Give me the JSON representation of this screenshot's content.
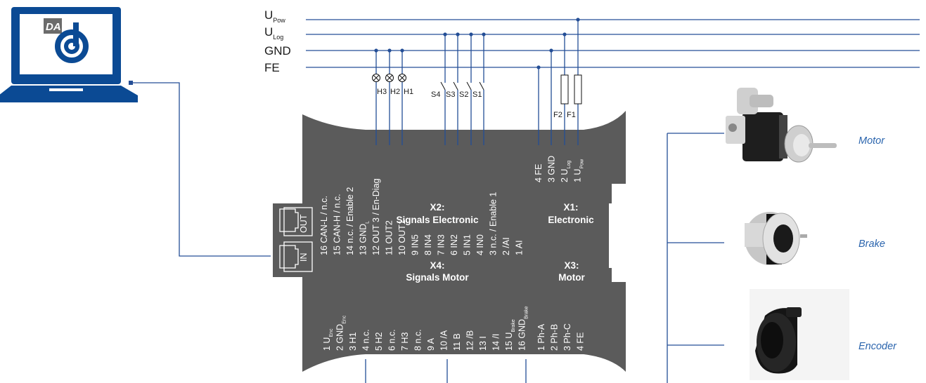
{
  "laptop": {
    "logo_text": "DA"
  },
  "bus": {
    "upow": {
      "main": "U",
      "sub": "Pow"
    },
    "ulog": {
      "main": "U",
      "sub": "Log"
    },
    "gnd": "GND",
    "fe": "FE"
  },
  "indicators": {
    "h3": "H3",
    "h2": "H2",
    "h1": "H1"
  },
  "switches": {
    "s4": "S4",
    "s3": "S3",
    "s2": "S2",
    "s1": "S1"
  },
  "fuses": {
    "f2": "F2",
    "f1": "F1"
  },
  "ports": {
    "out": "OUT",
    "in": "IN"
  },
  "connectors": {
    "x2": {
      "id": "X2:",
      "name": "Signals Electronic"
    },
    "x1": {
      "id": "X1:",
      "name": "Electronic"
    },
    "x4": {
      "id": "X4:",
      "name": "Signals Motor"
    },
    "x3": {
      "id": "X3:",
      "name": "Motor"
    }
  },
  "pins_x2": [
    {
      "num": "16",
      "label": "CAN-L / n.c.",
      "sub": ""
    },
    {
      "num": "15",
      "label": "CAN-H / n.c.",
      "sub": ""
    },
    {
      "num": "14",
      "label": "n.c. / Enable 2",
      "sub": ""
    },
    {
      "num": "13",
      "label": "GND",
      "sub": "L"
    },
    {
      "num": "12",
      "label": "OUT 3 / En-Diag",
      "sub": ""
    },
    {
      "num": "11",
      "label": "OUT2",
      "sub": ""
    },
    {
      "num": "10",
      "label": "OUT1",
      "sub": ""
    },
    {
      "num": "9",
      "label": "IN5",
      "sub": ""
    },
    {
      "num": "8",
      "label": "IN4",
      "sub": ""
    },
    {
      "num": "7",
      "label": "IN3",
      "sub": ""
    },
    {
      "num": "6",
      "label": "IN2",
      "sub": ""
    },
    {
      "num": "5",
      "label": "IN1",
      "sub": ""
    },
    {
      "num": "4",
      "label": "IN0",
      "sub": ""
    },
    {
      "num": "3",
      "label": "n.c. / Enable 1",
      "sub": ""
    },
    {
      "num": "2",
      "label": "/AI",
      "sub": ""
    },
    {
      "num": "1",
      "label": "AI",
      "sub": ""
    }
  ],
  "pins_x1": [
    {
      "num": "4",
      "label": "FE",
      "sub": ""
    },
    {
      "num": "3",
      "label": "GND",
      "sub": ""
    },
    {
      "num": "2",
      "label": "U",
      "sub": "Log"
    },
    {
      "num": "1",
      "label": "U",
      "sub": "Pow"
    }
  ],
  "pins_x4": [
    {
      "num": "1",
      "label": "U",
      "sub": "Enc"
    },
    {
      "num": "2",
      "label": "GND",
      "sub": "Enc"
    },
    {
      "num": "3",
      "label": "H1",
      "sub": ""
    },
    {
      "num": "4",
      "label": "n.c.",
      "sub": ""
    },
    {
      "num": "5",
      "label": "H2",
      "sub": ""
    },
    {
      "num": "6",
      "label": "n.c.",
      "sub": ""
    },
    {
      "num": "7",
      "label": "H3",
      "sub": ""
    },
    {
      "num": "8",
      "label": "n.c.",
      "sub": ""
    },
    {
      "num": "9",
      "label": "A",
      "sub": ""
    },
    {
      "num": "10",
      "label": "/A",
      "sub": ""
    },
    {
      "num": "11",
      "label": "B",
      "sub": ""
    },
    {
      "num": "12",
      "label": "/B",
      "sub": ""
    },
    {
      "num": "13",
      "label": "I",
      "sub": ""
    },
    {
      "num": "14",
      "label": "/I",
      "sub": ""
    },
    {
      "num": "15",
      "label": "U",
      "sub": "Brake"
    },
    {
      "num": "16",
      "label": "GND",
      "sub": "Brake"
    }
  ],
  "pins_x3": [
    {
      "num": "1",
      "label": "Ph-A",
      "sub": ""
    },
    {
      "num": "2",
      "label": "Ph-B",
      "sub": ""
    },
    {
      "num": "3",
      "label": "Ph-C",
      "sub": ""
    },
    {
      "num": "4",
      "label": "FE",
      "sub": ""
    }
  ],
  "peripherals": {
    "motor": "Motor",
    "brake": "Brake",
    "encoder": "Encoder"
  },
  "colors": {
    "wire": "#244e96",
    "device": "#5b5b5b",
    "laptop": "#0b4a94",
    "label": "#2a64ad"
  }
}
